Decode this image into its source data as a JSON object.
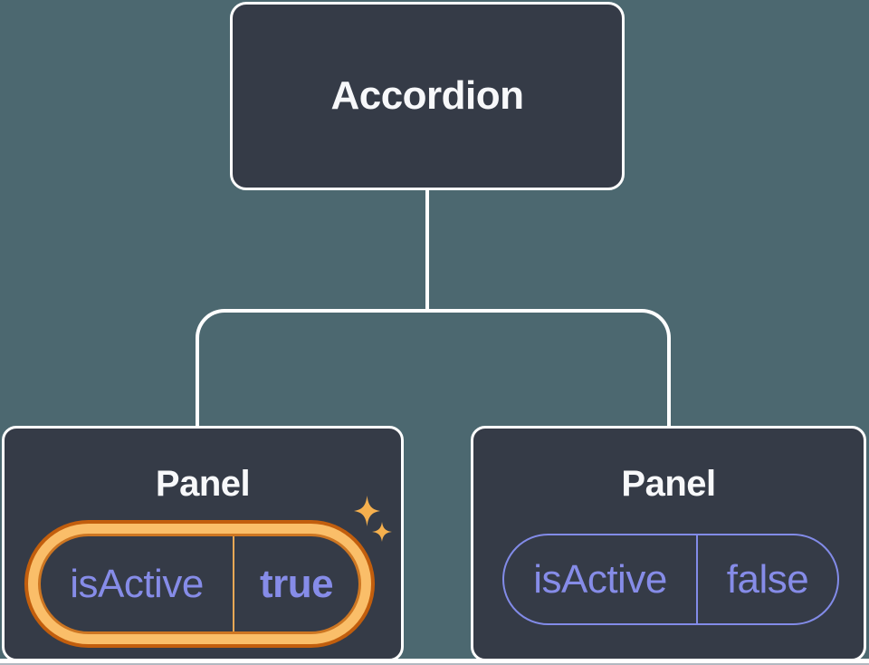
{
  "diagram": {
    "root": {
      "label": "Accordion"
    },
    "children": [
      {
        "label": "Panel",
        "prop_name": "isActive",
        "prop_value": "true",
        "highlighted": true,
        "sparkles": true
      },
      {
        "label": "Panel",
        "prop_name": "isActive",
        "prop_value": "false",
        "highlighted": false,
        "sparkles": false
      }
    ]
  },
  "colors": {
    "background": "#4C6870",
    "node_fill": "#353B47",
    "node_border": "#FFFFFF",
    "connector": "#FFFFFF",
    "title_text": "#F7F8FA",
    "prop_text": "#868CE8",
    "inactive_pill_border": "#828BE8",
    "highlight_pill_border": "#CD7622",
    "highlight_ring_gold": "#FABE69",
    "highlight_ring_outer": "#C25E0D",
    "pill_divider_gold": "#E8A855",
    "sparkle": "#F5B04E"
  }
}
